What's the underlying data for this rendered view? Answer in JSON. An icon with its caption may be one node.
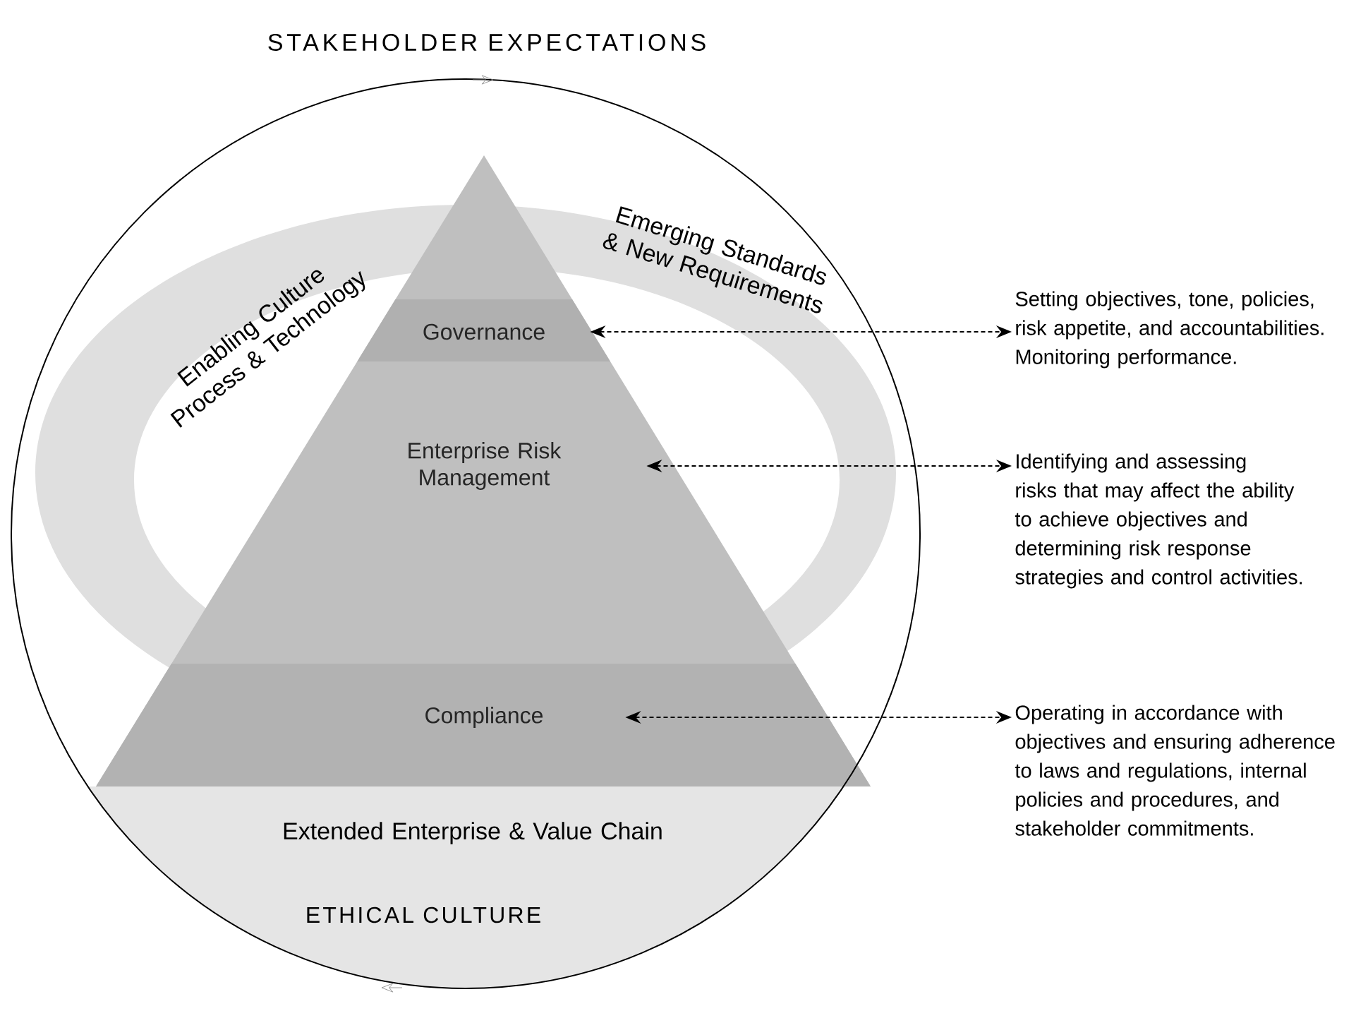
{
  "diagram": {
    "nodes": [
      {
        "text": [
          "STAKEHOLDER EXPECTATIONS",
          "ETHICAL CULTURE"
        ]
      },
      {
        "text": [
          "Governance"
        ],
        "in": 0
      },
      {
        "text": [
          "Enterprise Risk Management"
        ],
        "in": 0
      },
      {
        "text": [
          "Compliance"
        ],
        "in": 0
      },
      {
        "text": [
          "Setting objectives, tone, policies, risk appetite, and accountabilities. Monitoring performance."
        ]
      },
      {
        "text": [
          "Identifying and assessing risks that may affect the ability to achieve objectives and determining risk response strategies and control activities."
        ]
      },
      {
        "text": [
          "Operating in accordance with objectives and ensuring adherence to laws and regulations, internal policies and procedures, and stakeholder commitments."
        ]
      }
    ],
    "edges": [
      {
        "from": 1,
        "to": 4,
        "arrow": "both",
        "style": "dashed"
      },
      {
        "from": 2,
        "to": 5,
        "arrow": "both",
        "style": "dashed"
      },
      {
        "from": 3,
        "to": 6,
        "arrow": "both",
        "style": "dashed"
      }
    ],
    "labels": [
      "Enabling Culture Process & Technology",
      "Emerging Standards & New Requirements",
      "Extended Enterprise & Value Chain"
    ]
  }
}
